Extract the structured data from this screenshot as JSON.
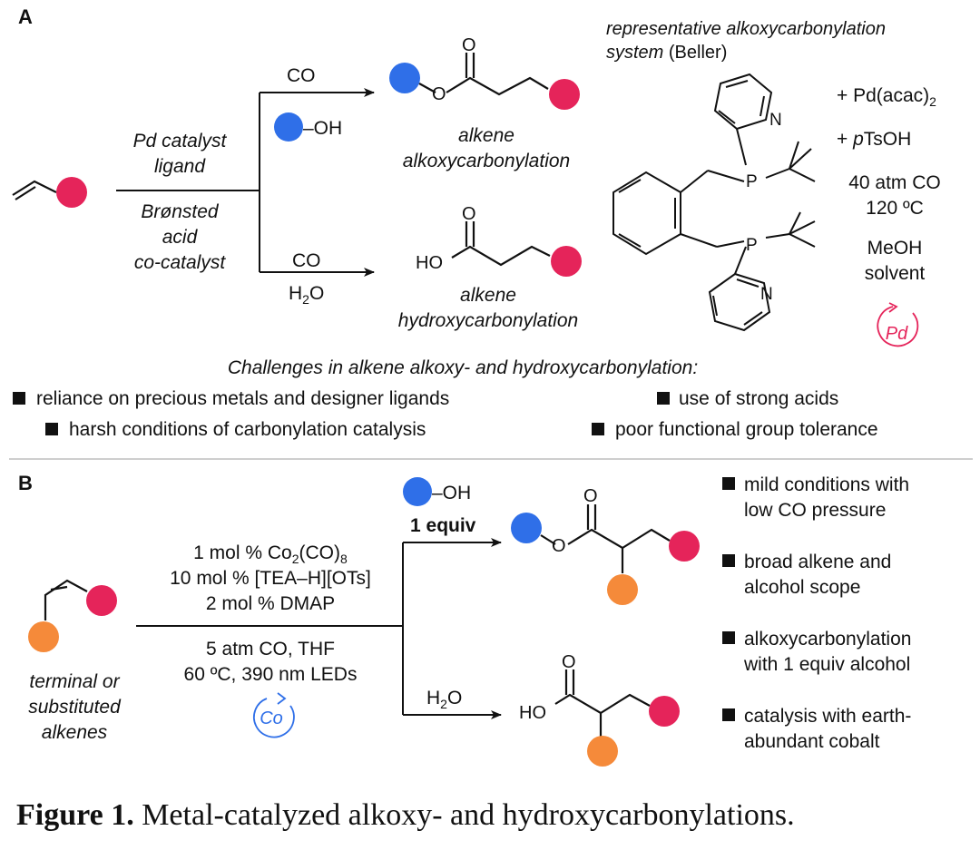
{
  "colors": {
    "blue": "#2f6fe8",
    "red": "#e5245a",
    "orange": "#f58a3a",
    "line": "#111111",
    "divider": "#bdbdbd"
  },
  "panel_a": {
    "label": "A",
    "reagent_top": "CO",
    "oh": "–OH",
    "cond_line1": "Pd catalyst",
    "cond_line2": "ligand",
    "cond_line3": "Brønsted",
    "cond_line4": "acid",
    "cond_line5": "co-catalyst",
    "reagent_bottom": "CO",
    "water_prefix": "H",
    "water_sub": "2",
    "water_suffix": "O",
    "product_top_line1": "alkene",
    "product_top_line2": "alkoxycarbonylation",
    "product_bottom_line1": "alkene",
    "product_bottom_line2": "hydroxycarbonylation",
    "ho": "HO",
    "carbonyl_o": "O",
    "ester_o": "O",
    "system_line1": "representative alkoxycarbonylation",
    "system_line2_it": "system",
    "system_line2_rest": " (Beller)",
    "plus_pd": "+  Pd(acac)",
    "plus_pd_sub": "2",
    "plus_ts_prefix": "+  ",
    "plus_ts_it": "p",
    "plus_ts_rest": "TsOH",
    "pressure": "40 atm CO",
    "temp": "120 ºC",
    "solvent1": "MeOH",
    "solvent2": "solvent",
    "metal": "Pd",
    "atom_P": "P",
    "atom_N": "N"
  },
  "challenges": {
    "title": "Challenges in alkene alkoxy- and hydroxycarbonylation:",
    "items": [
      "reliance on precious metals and designer ligands",
      "use of strong acids",
      "harsh conditions of carbonylation catalysis",
      "poor functional group tolerance"
    ]
  },
  "panel_b": {
    "label": "B",
    "oh": "–OH",
    "equiv": "1 equiv",
    "cond1_prefix": "1 mol % Co",
    "cond1_sub1": "2",
    "cond1_mid": "(CO)",
    "cond1_sub2": "8",
    "cond2": "10 mol % [TEA–H][OTs]",
    "cond3": "2 mol % DMAP",
    "cond4": "5 atm CO, THF",
    "cond5": "60 ºC, 390 nm LEDs",
    "metal": "Co",
    "water_prefix": "H",
    "water_sub": "2",
    "water_suffix": "O",
    "substrate_line1": "terminal or",
    "substrate_line2": "substituted",
    "substrate_line3": "alkenes",
    "ho": "HO",
    "carbonyl_o": "O",
    "ester_o": "O",
    "features": [
      [
        "mild conditions with",
        "low CO pressure"
      ],
      [
        "broad alkene and",
        "alcohol scope"
      ],
      [
        "alkoxycarbonylation",
        "with 1 equiv alcohol"
      ],
      [
        "catalysis with earth-",
        "abundant cobalt"
      ]
    ]
  },
  "caption": {
    "label": "Figure 1.",
    "text": " Metal-catalyzed alkoxy- and hydroxycarbonylations."
  }
}
